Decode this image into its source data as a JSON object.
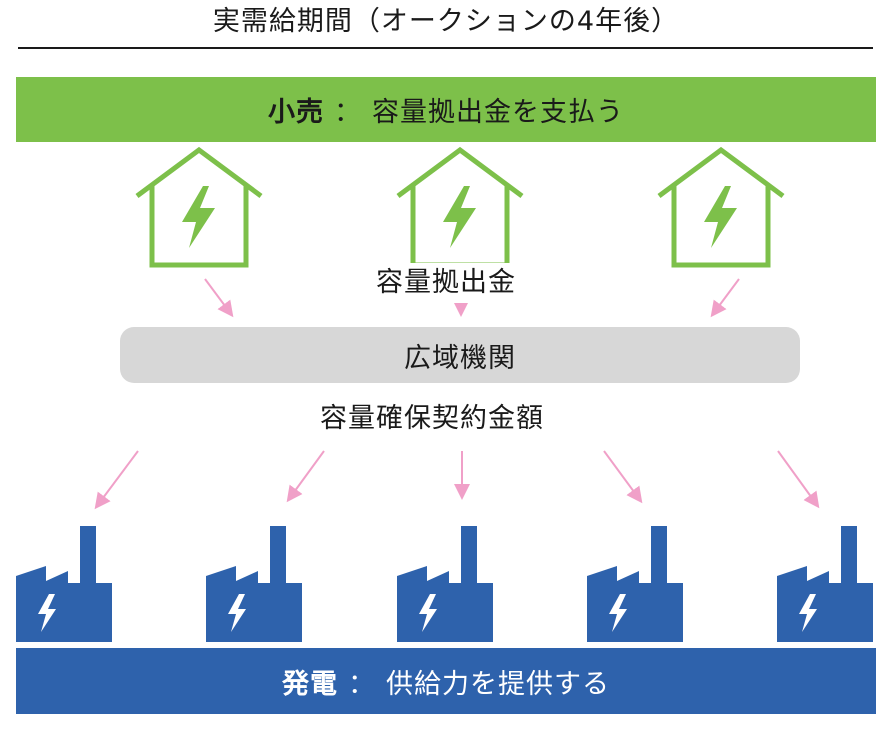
{
  "title": "実需給期間（オークションの4年後）",
  "retail": {
    "label": "小売",
    "separator": "：",
    "description": "容量拠出金を支払う"
  },
  "flow_in_label": "容量拠出金",
  "agency_label": "広域機関",
  "flow_out_label": "容量確保契約金額",
  "generation": {
    "label": "発電",
    "separator": "：",
    "description": "供給力を提供する"
  },
  "icons": {
    "house": "house-lightning-icon",
    "factory": "factory-lightning-icon"
  },
  "colors": {
    "green": "#7dc04a",
    "blue": "#2e62ac",
    "gray": "#d7d7d7",
    "arrow": "#f0a0c8"
  }
}
